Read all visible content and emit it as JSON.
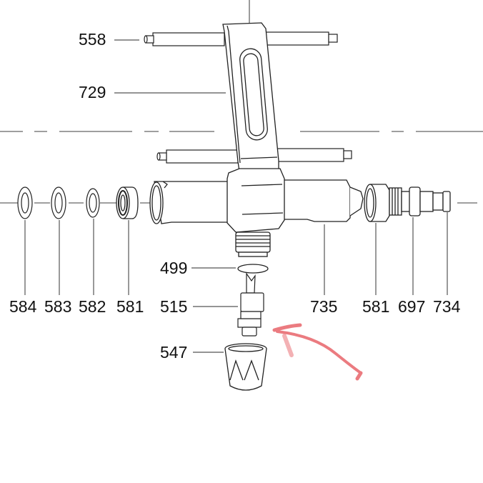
{
  "diagram": {
    "type": "exploded-parts-view",
    "colors": {
      "line": "#222222",
      "leader": "#555555",
      "centerline": "#666666",
      "annotation": "#e8656a",
      "background": "#ffffff"
    },
    "labels": [
      {
        "id": "558",
        "text": "558"
      },
      {
        "id": "729",
        "text": "729"
      },
      {
        "id": "584",
        "text": "584"
      },
      {
        "id": "583",
        "text": "583"
      },
      {
        "id": "582",
        "text": "582"
      },
      {
        "id": "581a",
        "text": "581"
      },
      {
        "id": "499",
        "text": "499"
      },
      {
        "id": "515",
        "text": "515"
      },
      {
        "id": "547",
        "text": "547"
      },
      {
        "id": "735",
        "text": "735"
      },
      {
        "id": "581b",
        "text": "581"
      },
      {
        "id": "697",
        "text": "697"
      },
      {
        "id": "734",
        "text": "734"
      }
    ],
    "annotation": {
      "type": "hand-drawn-arrow",
      "points_to": "515"
    }
  }
}
